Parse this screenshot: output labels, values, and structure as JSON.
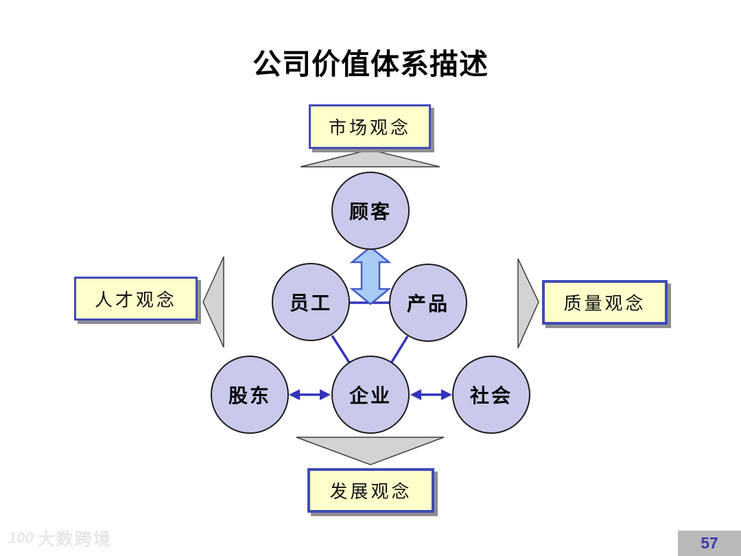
{
  "slide": {
    "title": "公司价值体系描述",
    "page_number": "57",
    "watermark_logo_mark": "100",
    "watermark_text": "大数跨境"
  },
  "concept_boxes": {
    "top": {
      "label": "市场观念"
    },
    "left": {
      "label": "人才观念"
    },
    "right": {
      "label": "质量观念"
    },
    "bottom": {
      "label": "发展观念"
    }
  },
  "circles": {
    "customer": {
      "label": "顾客"
    },
    "employee": {
      "label": "员工"
    },
    "product": {
      "label": "产品"
    },
    "shareholder": {
      "label": "股东"
    },
    "enterprise": {
      "label": "企业"
    },
    "society": {
      "label": "社会"
    }
  },
  "colors": {
    "box_fill": "#ffffcc",
    "box_border": "#3f4ab8",
    "box_shadow": "#8f8f8f",
    "circle_fill": "#c9c9eb",
    "circle_border": "#1b1b1b",
    "connector_blue": "#3333bb",
    "block_arrow_fill": "#a9ccf4",
    "block_arrow_border": "#4459cc",
    "wedge_gray": "#d3d3d3",
    "wedge_outline": "#3c3c3c",
    "badge_background": "#b9b9b9",
    "badge_text": "#3a3aae"
  }
}
